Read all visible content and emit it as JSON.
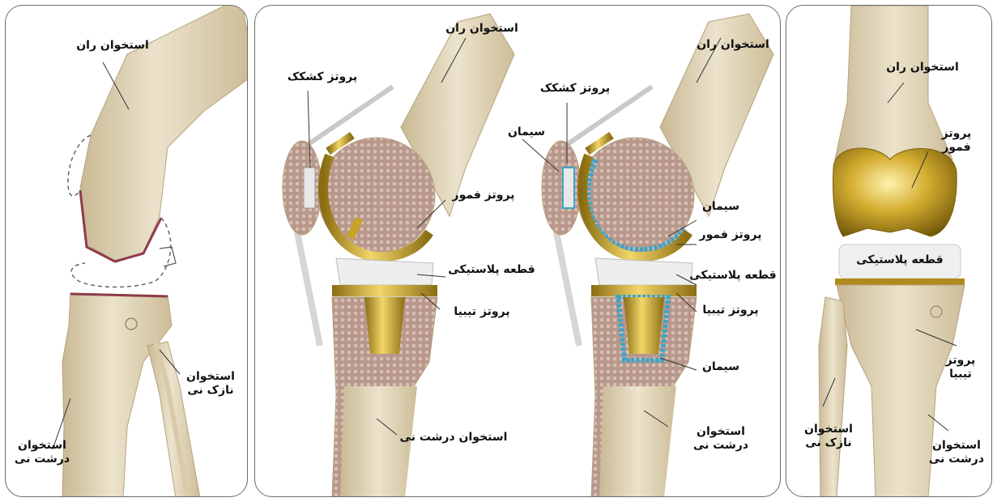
{
  "panel_native": {
    "femur": "استخوان ران",
    "fibula": "استخوان\nنازک نی",
    "tibia": "استخوان\nدرشت نی"
  },
  "panel_cementless": {
    "femur": "استخوان ران",
    "patellar_prosthesis": "پروتز کشکک",
    "femoral_prosthesis": "پروتز فمور",
    "plastic_insert": "قطعه پلاستیکی",
    "tibial_prosthesis": "پروتز تیبیا",
    "tibia": "استخوان درشت نی"
  },
  "panel_cemented": {
    "femur": "استخوان ران",
    "patellar_prosthesis": "پروتز کشکک",
    "cement_top": "سیمان",
    "cement_mid": "سیمان",
    "femoral_prosthesis": "پروتز فمور",
    "plastic_insert": "قطعه پلاستیکی",
    "tibial_prosthesis": "پروتز تیبیا",
    "cement_bottom": "سیمان",
    "tibia": "استخوان\nدرشت نی"
  },
  "panel_front": {
    "femur": "استخوان ران",
    "femoral_prosthesis": "پروتز\nفمور",
    "plastic_insert": "قطعه پلاستیکی",
    "tibial_prosthesis": "پروتز\nتیبیا",
    "fibula": "استخوان\nنازک نی",
    "tibia": "استخوان\nدرشت نی"
  },
  "colors": {
    "bone": "#e6dcc3",
    "bone_shadow": "#c9b994",
    "cancellous": "#b8978c",
    "gold": "#c9a227",
    "gold_dark": "#8a6d12",
    "plastic": "#eeeeee",
    "cement": "#3aa6c9",
    "panel_border": "#6b6b6b"
  }
}
